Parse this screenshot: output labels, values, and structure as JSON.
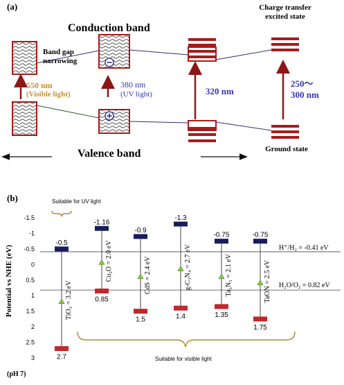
{
  "panel_a": {
    "label": "(a)",
    "conduction_band": "Conduction band",
    "valence_band": "Valence band",
    "band_gap_line1": "Band gap",
    "band_gap_line2": "narrowing",
    "wl_550": "550 nm",
    "visible_light": "(Visible light)",
    "wl_380": "380 nm",
    "uv_light": "(UV light)",
    "wl_320": "320 nm",
    "wl_250": "250〜",
    "wl_300": "300 nm",
    "ct_line1": "Charge transfer",
    "ct_line2": "excited state",
    "ground_state": "Ground state",
    "electron": "⊖",
    "hole": "⊕",
    "colors": {
      "orange": "#c8902a",
      "blue": "#3535b8",
      "darkred": "#a81b1b",
      "navy": "#181d5a",
      "red": "#c0282c"
    }
  },
  "panel_b": {
    "label": "(b)",
    "suitable_uv": "Suitable for UV light",
    "suitable_visible": "Suitable for visible light",
    "ylabel": "Potential vs NHE (eV)",
    "ph": "(pH 7)",
    "h2_level": "H⁺/H₂ = -0.41 eV",
    "o2_level": "H₂O/O₂ = 0.82 eV",
    "yticks": [
      "-1.5",
      "-1",
      "-0.5",
      "0",
      "0.5",
      "1",
      "1.5",
      "2",
      "2.5",
      "3"
    ]
  },
  "chart_data": {
    "type": "bar",
    "ylabel": "Potential vs NHE (eV)",
    "ylim": [
      -1.5,
      3
    ],
    "y_inverted": true,
    "reference_lines": [
      {
        "label": "H⁺/H₂ = -0.41 eV",
        "value": -0.41
      },
      {
        "label": "H₂O/O₂ = 0.82 eV",
        "value": 0.82
      }
    ],
    "materials": [
      {
        "name": "TiO₂ = 3.2 eV",
        "cb": -0.5,
        "vb": 2.7,
        "cb_label": "-0.5",
        "vb_label": "2.7"
      },
      {
        "name": "Cu₂O = 2.0 eV",
        "cb": -1.16,
        "vb": 0.85,
        "cb_label": "-1.16",
        "vb_label": "0.85"
      },
      {
        "name": "CdS = 2.4 eV",
        "cb": -0.9,
        "vb": 1.5,
        "cb_label": "-0.9",
        "vb_label": "1.5"
      },
      {
        "name": "g-C₃N₄ = 2.7 eV",
        "cb": -1.3,
        "vb": 1.4,
        "cb_label": "-1.3",
        "vb_label": "1.4"
      },
      {
        "name": "Ta₃N₅ = 2.1 eV",
        "cb": -0.75,
        "vb": 1.35,
        "cb_label": "-0.75",
        "vb_label": "1.35"
      },
      {
        "name": "TaON = 2.5 eV",
        "cb": -0.75,
        "vb": 1.75,
        "cb_label": "-0.75",
        "vb_label": "1.75"
      }
    ]
  }
}
